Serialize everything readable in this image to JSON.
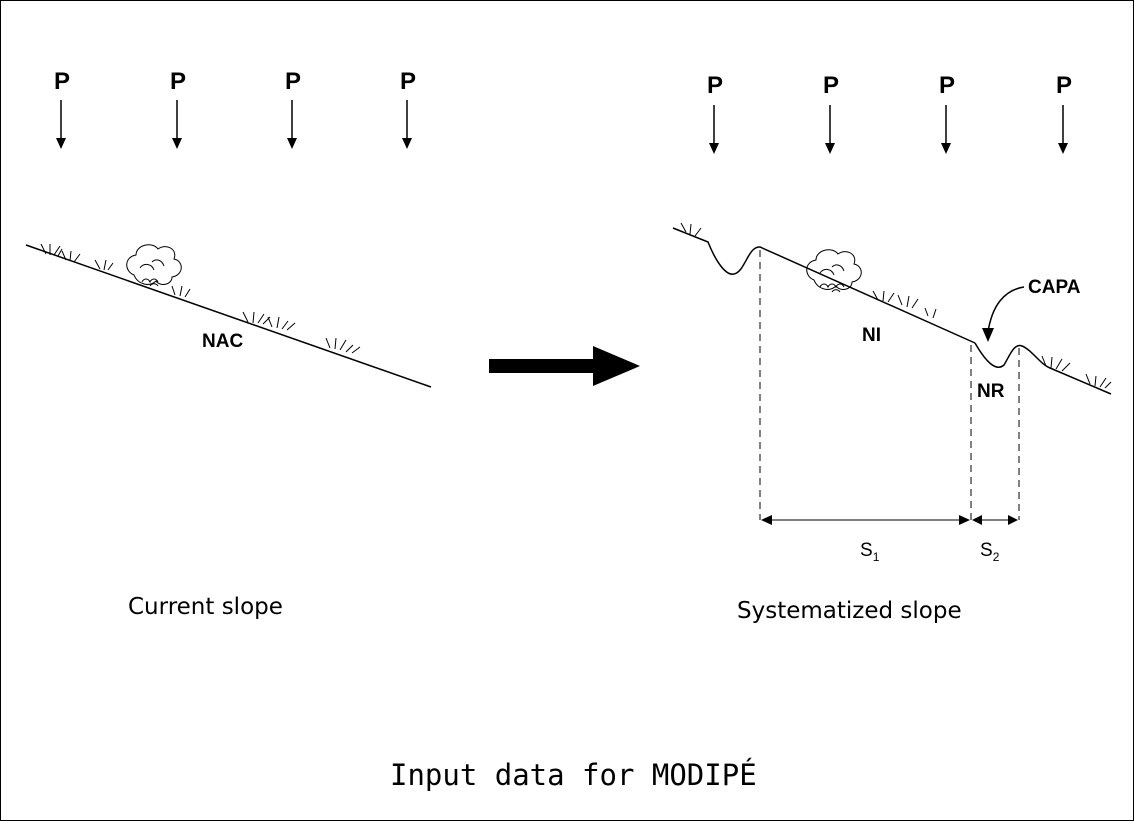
{
  "precipitation_label": "P",
  "current": {
    "zone_label": "NAC",
    "caption": "Current slope"
  },
  "systematized": {
    "zone_ni": "NI",
    "zone_nr": "NR",
    "capa": "CAPA",
    "s1": "S",
    "s1_sub": "1",
    "s2": "S",
    "s2_sub": "2",
    "caption": "Systematized slope"
  },
  "title": "Input data for MODIPÉ"
}
